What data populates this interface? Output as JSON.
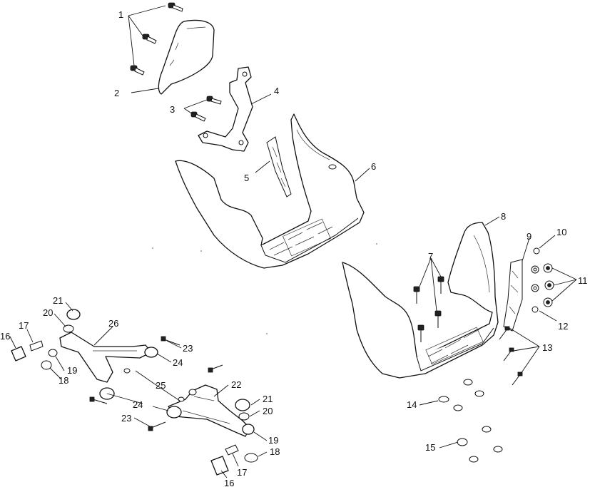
{
  "callouts": {
    "c1": "1",
    "c2": "2",
    "c3": "3",
    "c4": "4",
    "c5": "5",
    "c6": "6",
    "c7": "7",
    "c8": "8",
    "c9": "9",
    "c10": "10",
    "c11": "11",
    "c12": "12",
    "c13": "13",
    "c14": "14",
    "c15a": "15",
    "c16a": "16",
    "c16b": "16",
    "c17a": "17",
    "c17b": "17",
    "c18a": "18",
    "c18b": "18",
    "c19a": "19",
    "c19b": "19",
    "c20a": "20",
    "c20b": "20",
    "c21a": "21",
    "c21b": "21",
    "c22": "22",
    "c23a": "23",
    "c23b": "23",
    "c24a": "24",
    "c24b": "24",
    "c25": "25",
    "c26": "26"
  }
}
